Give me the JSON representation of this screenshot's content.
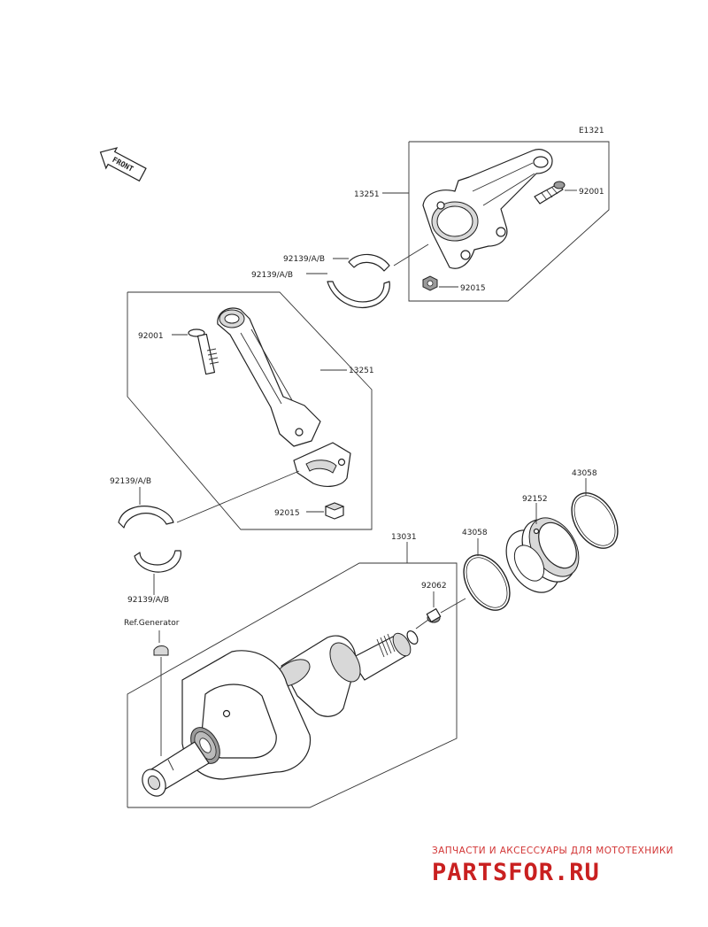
{
  "diagram_code": "E1321",
  "front_marker": "FRONT",
  "callouts": {
    "conrod_upper": "13251",
    "bolt_upper": "92001",
    "nut_upper": "92015",
    "bearing_upper_a": "92139/A/B",
    "bearing_upper_b": "92139/A/B",
    "bolt_lower": "92001",
    "conrod_lower": "13251",
    "bearing_lower_a": "92139/A/B",
    "nut_lower": "92015",
    "bearing_lower_b": "92139/A/B",
    "crankshaft": "13031",
    "oring_right": "43058",
    "seal": "92152",
    "oring_left": "43058",
    "plug": "92062",
    "ref_generator": "Ref.Generator"
  },
  "watermark": {
    "tagline": "ЗАПЧАСТИ И АКСЕССУАРЫ ДЛЯ МОТОТЕХНИКИ",
    "brand": "PARTSFOR.RU"
  },
  "colors": {
    "line": "#222222",
    "watermark": "#c92020"
  }
}
